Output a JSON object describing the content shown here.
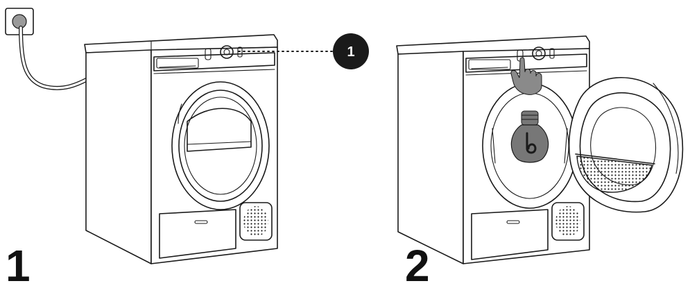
{
  "steps": [
    {
      "number": "1",
      "callout": "1"
    },
    {
      "number": "2"
    }
  ],
  "icons": {
    "outlet": "power-outlet-icon",
    "hand": "hand-pointer-icon",
    "bulb": "light-bulb-icon"
  },
  "colors": {
    "line": "#1a1a1a",
    "hand_fill": "#8a8a8a",
    "bulb_fill": "#777777",
    "callout_fill": "#1a1a1a",
    "cable": "#9a9a9a"
  }
}
